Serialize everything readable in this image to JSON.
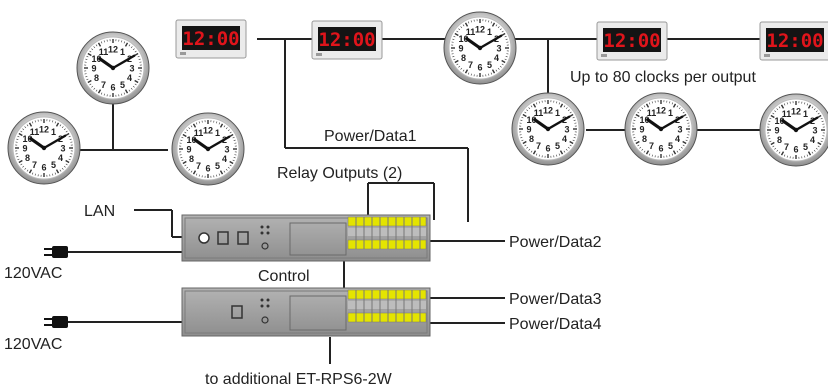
{
  "labels": {
    "power_data1": "Power/Data1",
    "relay_outputs": "Relay Outputs (2)",
    "lan": "LAN",
    "power_data2": "Power/Data2",
    "control": "Control",
    "power_data3": "Power/Data3",
    "power_data4": "Power/Data4",
    "ac_top": "120VAC",
    "ac_bottom": "120VAC",
    "additional": "to additional ET-RPS6-2W",
    "capacity": "Up to 80 clocks per output"
  },
  "clock_numerals": [
    "12",
    "1",
    "2",
    "3",
    "4",
    "5",
    "6",
    "7",
    "8",
    "9",
    "10",
    "11"
  ],
  "digital_display": "12:00",
  "colors": {
    "line": "#222222",
    "led_red": "#e0141b",
    "digital_face": "#141414",
    "digital_frame": "#ebebeb",
    "rack": "#9a9a9a",
    "terminal": "#e4e400"
  }
}
